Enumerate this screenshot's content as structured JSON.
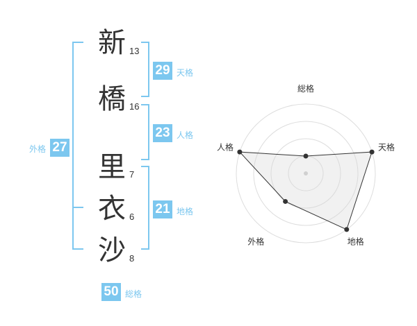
{
  "name_chars": [
    {
      "char": "新",
      "strokes": "13"
    },
    {
      "char": "橋",
      "strokes": "16"
    },
    {
      "char": "里",
      "strokes": "7"
    },
    {
      "char": "衣",
      "strokes": "6"
    },
    {
      "char": "沙",
      "strokes": "8"
    }
  ],
  "kakaku": {
    "tenkaku": {
      "value": "29",
      "label": "天格"
    },
    "jinkaku": {
      "value": "23",
      "label": "人格"
    },
    "chikaku": {
      "value": "21",
      "label": "地格"
    },
    "gaikaku": {
      "value": "27",
      "label": "外格"
    },
    "soukaku": {
      "value": "50",
      "label": "総格"
    }
  },
  "accent_color": "#7cc7ef",
  "chart_data": {
    "type": "radar",
    "axes": [
      "総格",
      "天格",
      "地格",
      "外格",
      "人格"
    ],
    "values": [
      1,
      4,
      4,
      2,
      4
    ],
    "max": 4,
    "rings": 4
  }
}
